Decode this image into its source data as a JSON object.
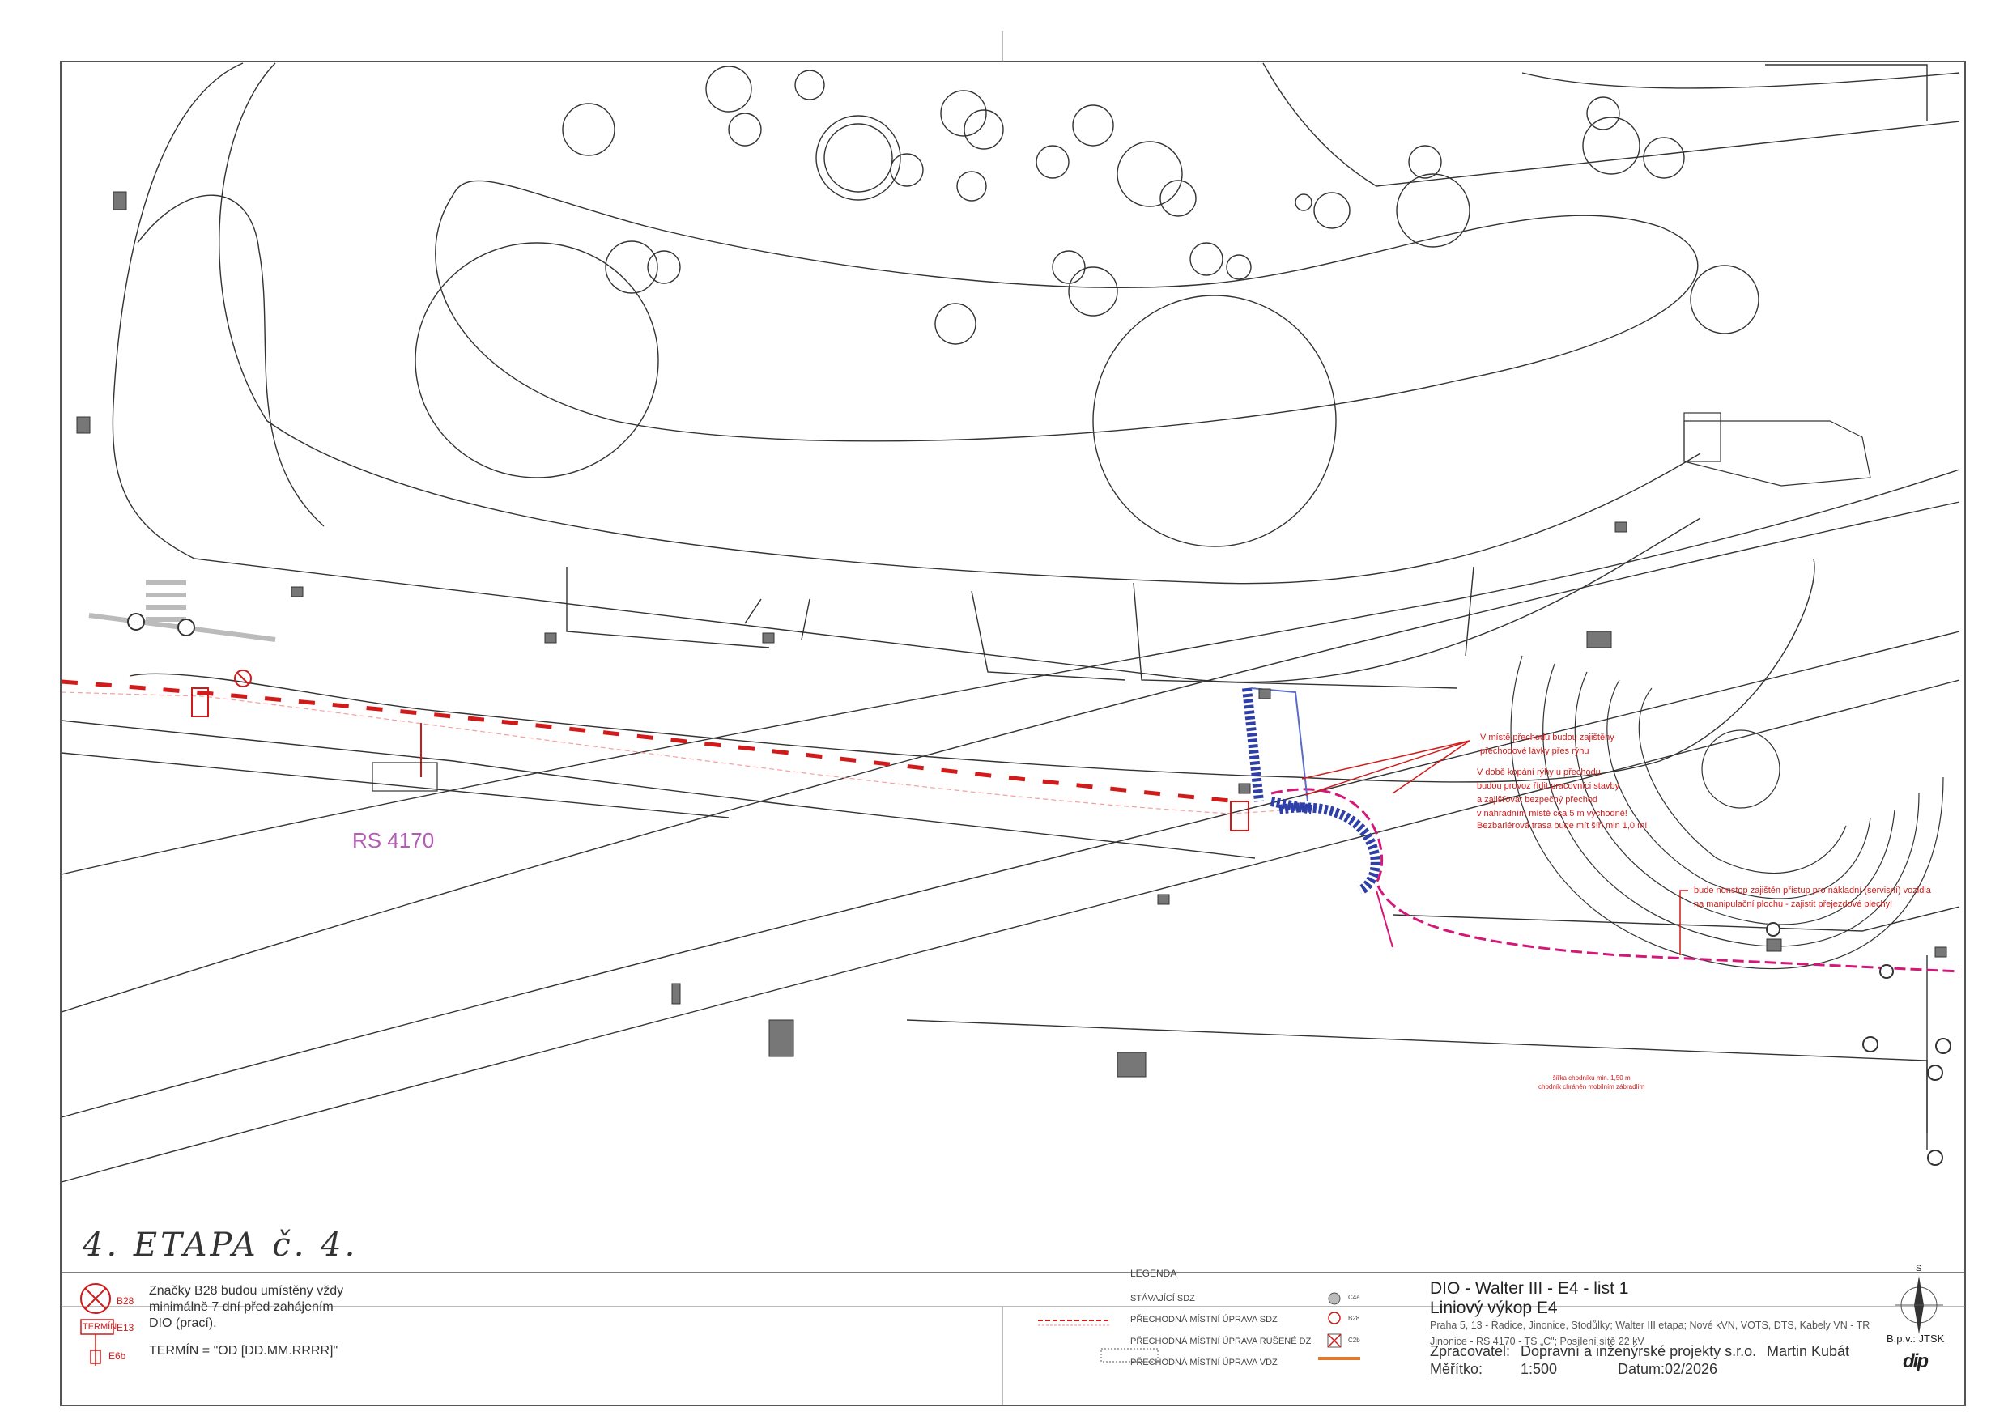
{
  "road_label": "RS 4170",
  "notes": {
    "crossing": [
      "V místě přechodu budou zajištěny",
      "přechodové lávky přes rýhu"
    ],
    "digging": [
      "V době kopání rýhy u přechodu",
      "budou provoz řídit pracovníci stavby",
      "a zajišťovat bezpečný přechod",
      "v náhradním místě cca 5 m východně!"
    ],
    "barrier_free": "Bezbariérová trasa bude mít šíři min 1,0 m!",
    "access": [
      "bude nonstop zajištěn přístup pro nákladní (servisní) vozidla",
      "na manipulační plochu - zajistit přejezdové plechy!"
    ],
    "sidewalk": [
      "šířka chodníku min. 1,50 m",
      "chodník chráněn mobilním zábradlím"
    ]
  },
  "stage_handwritten": "4. ETAPA č. 4.",
  "sign_note": {
    "line1": "Značky B28 budou umístěny vždy",
    "line2": "minimálně 7 dní před zahájením",
    "line3": "DIO (prací).",
    "term": "TERMÍN = \"OD [DD.MM.RRRR]\"",
    "codes": {
      "b28": "B28",
      "e13": "E13",
      "e6b": "E6b",
      "termin": "TERMÍN"
    }
  },
  "legend": {
    "title": "LEGENDA",
    "items": [
      {
        "label": "STÁVAJÍCÍ SDZ",
        "code": "C4a"
      },
      {
        "label": "PŘECHODNÁ MÍSTNÍ ÚPRAVA SDZ",
        "code": "B28"
      },
      {
        "label": "PŘECHODNÁ MÍSTNÍ ÚPRAVA RUŠENÉ DZ",
        "code": "C2b"
      },
      {
        "label": "PŘECHODNÁ MÍSTNÍ ÚPRAVA VDZ",
        "code": ""
      }
    ]
  },
  "title_block": {
    "title": "DIO - Walter III - E4 - list 1",
    "subtitle": "Liniový výkop E4",
    "desc1": "Praha 5, 13 - Řadice, Jinonice, Stodůlky; Walter III etapa; Nové kVN, VOTS, DTS, Kabely VN - TR",
    "desc2": "Jinonice - RS 4170 - TS „C\"; Posílení sítě 22 kV",
    "author_label": "Zpracovatel:",
    "author": "Dopravní a inženýrské projekty s.r.o.",
    "person": "Martin Kubát",
    "scale_label": "Měřítko:",
    "scale": "1:500",
    "date_label": "Datum:",
    "date": "02/2026",
    "north": "S",
    "bpv": "B.p.v.: JTSK",
    "logo": "dip"
  },
  "colors": {
    "red": "#d11a1a",
    "blue": "#2f3fa8",
    "magenta": "#d4187a",
    "purple": "#b55ab5",
    "orange": "#e07a2a"
  }
}
